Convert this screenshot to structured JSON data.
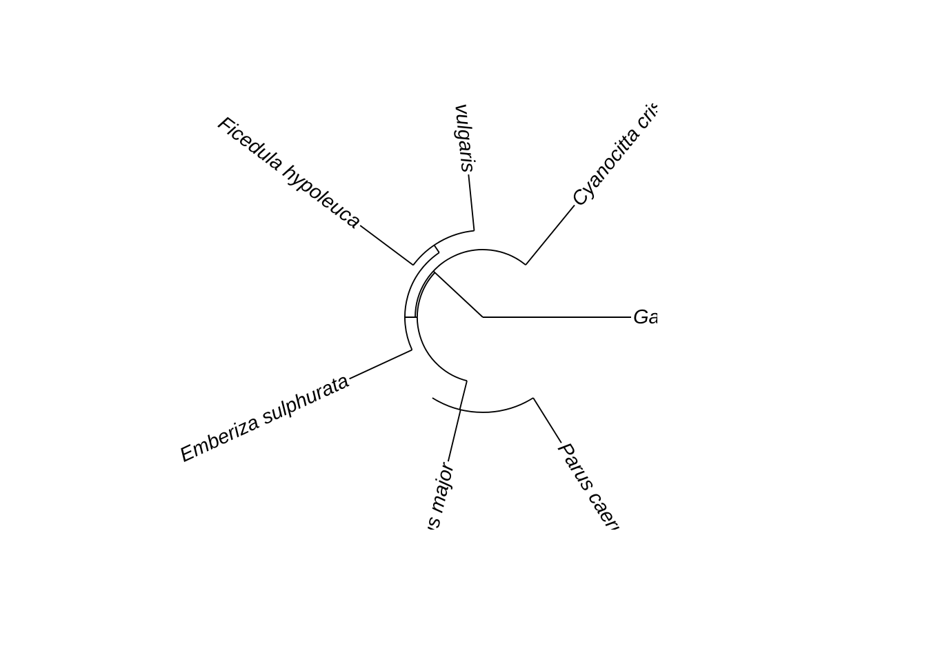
{
  "tree": {
    "layout": "fan",
    "line_color": "#000000",
    "label_color": "#000000",
    "label_style": "italic",
    "tips": [
      {
        "id": "gallus",
        "label": "Gallus gallus"
      },
      {
        "id": "cyanocitta",
        "label": "Cyanocitta cristata"
      },
      {
        "id": "sturnus",
        "label": "Sturnus vulgaris"
      },
      {
        "id": "ficedula",
        "label": "Ficedula hypoleuca"
      },
      {
        "id": "emberiza",
        "label": "Emberiza sulphurata"
      },
      {
        "id": "parus_major",
        "label": "Parus major"
      },
      {
        "id": "parus_caeruleus",
        "label": "Parus caeruleus"
      }
    ]
  }
}
